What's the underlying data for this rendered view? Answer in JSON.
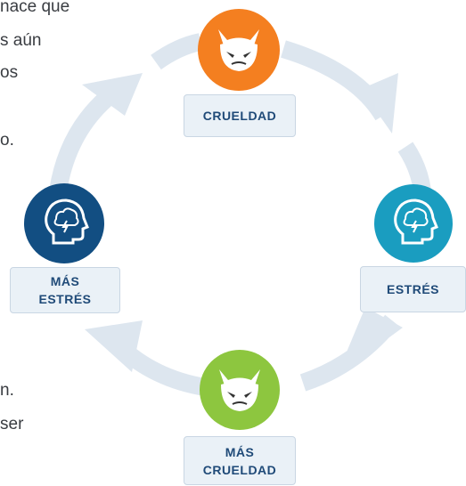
{
  "text_fragments": [
    "nace que",
    "s aún",
    "os",
    "o.",
    "n.",
    "ser"
  ],
  "nodes": [
    {
      "label": "CRUELDAD",
      "icon": "devil-face-icon",
      "color": "#f47f20"
    },
    {
      "label": "ESTRÉS",
      "icon": "stressed-head-icon",
      "color": "#1a9dc0"
    },
    {
      "label_line1": "MÁS",
      "label_line2": "CRUELDAD",
      "icon": "devil-face-icon",
      "color": "#8dc63f"
    },
    {
      "label_line1": "MÁS",
      "label_line2": "ESTRÉS",
      "icon": "stressed-head-icon",
      "color": "#124e82"
    }
  ],
  "cycle_arrow_color": "#dde6ef"
}
